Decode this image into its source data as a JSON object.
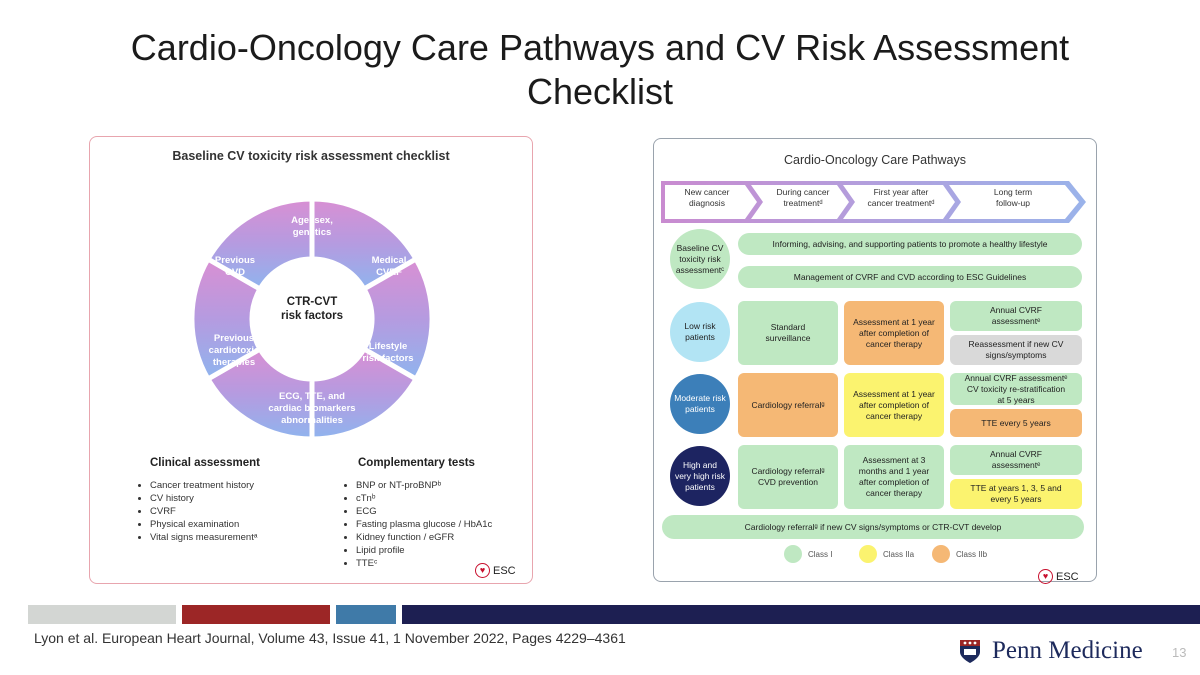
{
  "slide": {
    "title_line1": "Cardio-Oncology Care Pathways and CV Risk Assessment",
    "title_line2": "Checklist",
    "citation": "Lyon et al. European Heart Journal, Volume 43, Issue 41, 1 November 2022, Pages 4229–4361",
    "brand": "Penn Medicine",
    "page_number": "13",
    "bar_colors": [
      "#d3d6d3",
      "#9c2626",
      "#3f7aa8",
      "#1d1f52"
    ]
  },
  "left_panel": {
    "title": "Baseline CV toxicity risk assessment checklist",
    "center_line1": "CTR-CVT",
    "center_line2": "risk factors",
    "segments": [
      {
        "line1": "Age, sex,",
        "line2": "genetics",
        "line3": ""
      },
      {
        "line1": "Medical",
        "line2": "CVRF",
        "line3": ""
      },
      {
        "line1": "Lifestyle",
        "line2": "risk factors",
        "line3": ""
      },
      {
        "line1": "ECG, TTE, and",
        "line2": "cardiac biomarkers",
        "line3": "abnormalities"
      },
      {
        "line1": "Previous",
        "line2": "cardiotoxic",
        "line3": "therapies"
      },
      {
        "line1": "Previous",
        "line2": "CVD",
        "line3": ""
      }
    ],
    "clinical_heading": "Clinical assessment",
    "clinical_items": [
      "Cancer treatment history",
      "CV history",
      "CVRF",
      "Physical examination",
      "Vital signs measurementᵃ"
    ],
    "tests_heading": "Complementary tests",
    "tests_items": [
      "BNP or NT-proBNPᵇ",
      "cTnᵇ",
      "ECG",
      "Fasting plasma glucose / HbA1c",
      "Kidney function / eGFR",
      "Lipid profile",
      "TTEᶜ"
    ],
    "logo_text": "ESC"
  },
  "right_panel": {
    "title": "Cardio-Oncology Care Pathways",
    "timeline": [
      {
        "line1": "New cancer",
        "line2": "diagnosis"
      },
      {
        "line1": "During cancer",
        "line2": "treatmentᵈ"
      },
      {
        "line1": "First year after",
        "line2": "cancer treatmentᵈ"
      },
      {
        "line1": "Long term",
        "line2": "follow-up"
      }
    ],
    "baseline_circle": {
      "line1": "Baseline CV",
      "line2": "toxicity risk",
      "line3": "assessmentᶜ"
    },
    "baseline_pill1": "Informing, advising, and supporting patients to promote a healthy lifestyle",
    "baseline_pill2": "Management of CVRF and CVD according to ESC Guidelines",
    "low": {
      "circle_line1": "Low risk",
      "circle_line2": "patients",
      "box1_line1": "Standard",
      "box1_line2": "surveillance",
      "box2_line1": "Assessment at 1 year",
      "box2_line2": "after completion of",
      "box2_line3": "cancer therapy",
      "box3_line1": "Annual CVRF",
      "box3_line2": "assessmentᵉ",
      "box4_line1": "Reassessment if new CV",
      "box4_line2": "signs/symptoms"
    },
    "moderate": {
      "circle_line1": "Moderate risk",
      "circle_line2": "patients",
      "box1": "Cardiology referralᵍ",
      "box2_line1": "Assessment at 1 year",
      "box2_line2": "after completion of",
      "box2_line3": "cancer therapy",
      "box3_line1": "Annual CVRF assessmentᵉ",
      "box3_line2": "CV toxicity re-stratification",
      "box3_line3": "at 5 years",
      "box4": "TTE every 5 years"
    },
    "high": {
      "circle_line1": "High and",
      "circle_line2": "very high risk",
      "circle_line3": "patients",
      "box1_line1": "Cardiology referralᵍ",
      "box1_line2": "CVD prevention",
      "box2_line1": "Assessment at 3",
      "box2_line2": "months and 1 year",
      "box2_line3": "after completion of",
      "box2_line4": "cancer therapy",
      "box3_line1": "Annual CVRF",
      "box3_line2": "assessmentᵉ",
      "box4_line1": "TTE at years 1, 3, 5 and",
      "box4_line2": "every 5 years"
    },
    "bottom_pill": "Cardiology referralᵍ if new CV signs/symptoms or CTR-CVT develop",
    "legend": [
      "Class I",
      "Class IIa",
      "Class IIb"
    ],
    "logo_text": "ESC"
  }
}
